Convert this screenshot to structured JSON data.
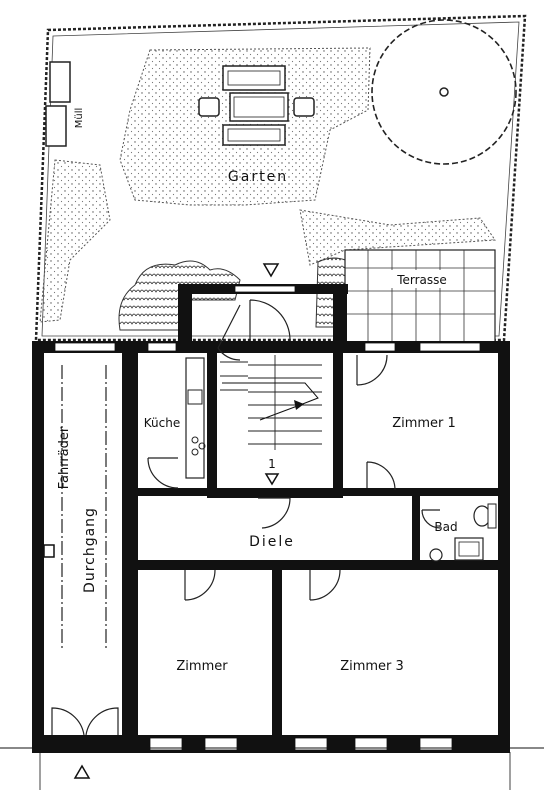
{
  "labels": {
    "garten": "Garten",
    "muell": "Müll",
    "terrasse": "Terrasse",
    "kueche": "Küche",
    "zimmer1": "Zimmer 1",
    "diele": "Diele",
    "bad": "Bad",
    "zimmer": "Zimmer",
    "zimmer3": "Zimmer 3",
    "fahrraeder": "Fahrräder",
    "durchgang": "Durchgang",
    "stair_number": "1"
  },
  "icons": [
    "entrance-arrow-icon",
    "stair-arrow-icon",
    "tree-icon",
    "table-icon",
    "chair-icon"
  ],
  "colors": {
    "ink": "#111111",
    "paper": "#ffffff",
    "hatch": "#7a7a7a"
  }
}
